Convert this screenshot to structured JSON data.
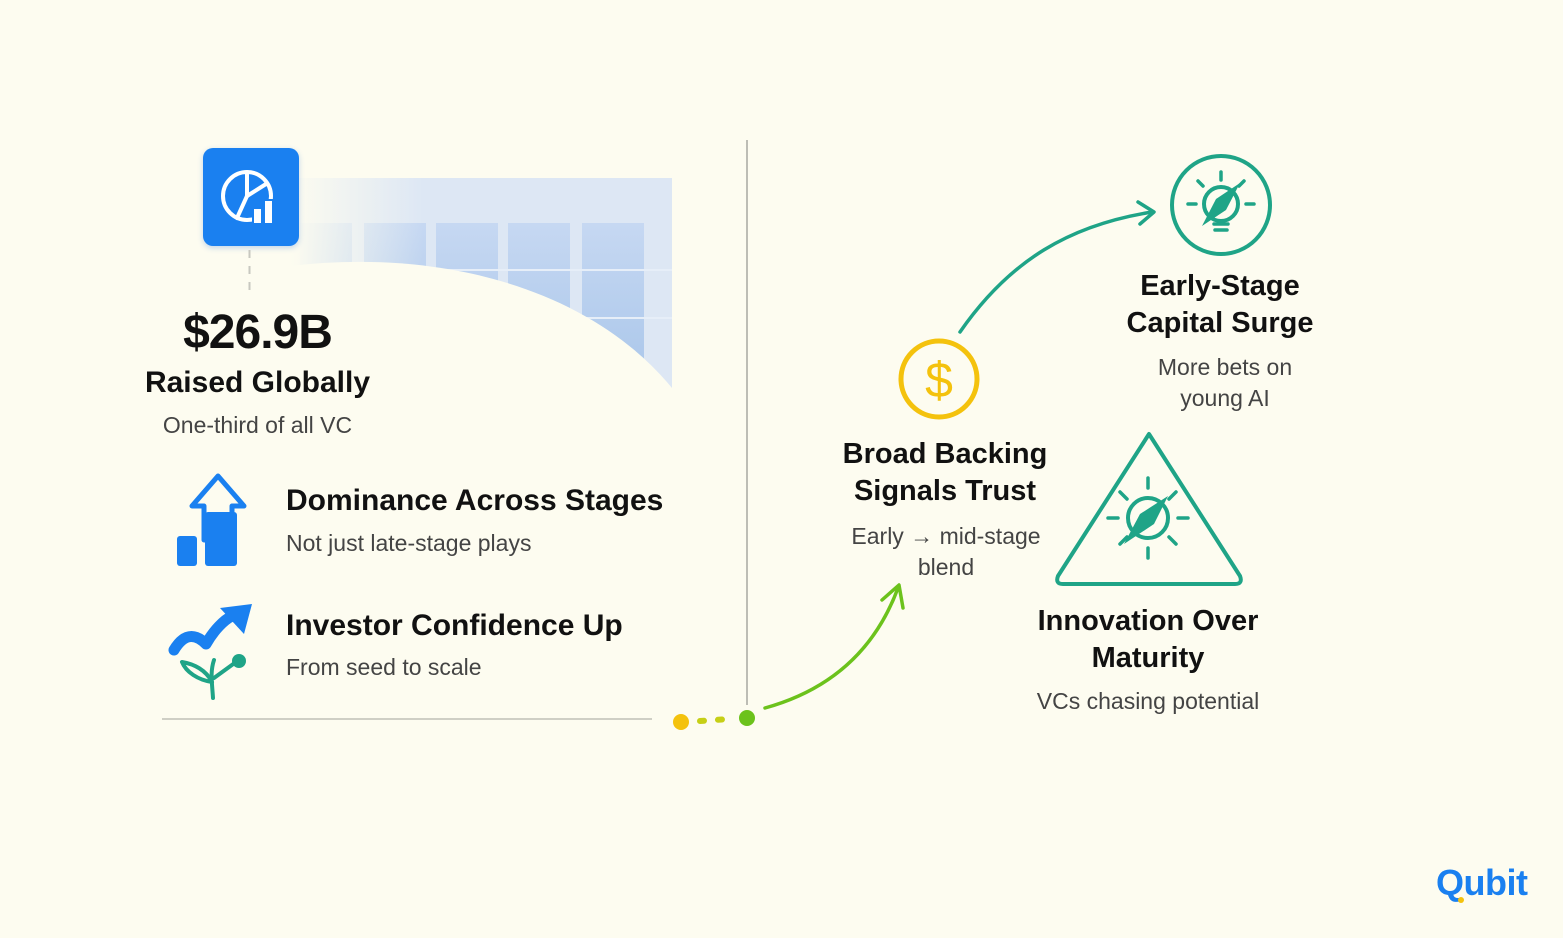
{
  "stat": {
    "value": "$26.9B",
    "label": "Raised Globally",
    "caption": "One-third of all VC"
  },
  "features": [
    {
      "title": "Dominance Across Stages",
      "subtitle": "Not just late-stage plays",
      "icon": "stages-arrow-icon"
    },
    {
      "title": "Investor Confidence Up",
      "subtitle": "From seed to scale",
      "icon": "growth-sprout-icon"
    }
  ],
  "nodes": [
    {
      "title_lines": [
        "Early-Stage",
        "Capital Surge"
      ],
      "subtitle_lines": [
        "More bets on",
        "young AI"
      ],
      "icon": "compass-bulb-icon"
    },
    {
      "title_lines": [
        "Broad Backing",
        "Signals Trust"
      ],
      "subtitle_lines": [
        "Early → mid-stage",
        "blend"
      ],
      "icon": "dollar-coin-icon"
    },
    {
      "title_lines": [
        "Innovation Over",
        "Maturity"
      ],
      "subtitle_lines": [
        "VCs chasing potential"
      ],
      "icon": "compass-triangle-icon"
    }
  ],
  "brand": {
    "name": "Qubit"
  },
  "colors": {
    "background": "#fdfcf0",
    "brand_blue": "#1a80f0",
    "accent_teal": "#1fa487",
    "accent_yellow": "#f4c20d",
    "accent_green": "#6cc21c"
  }
}
